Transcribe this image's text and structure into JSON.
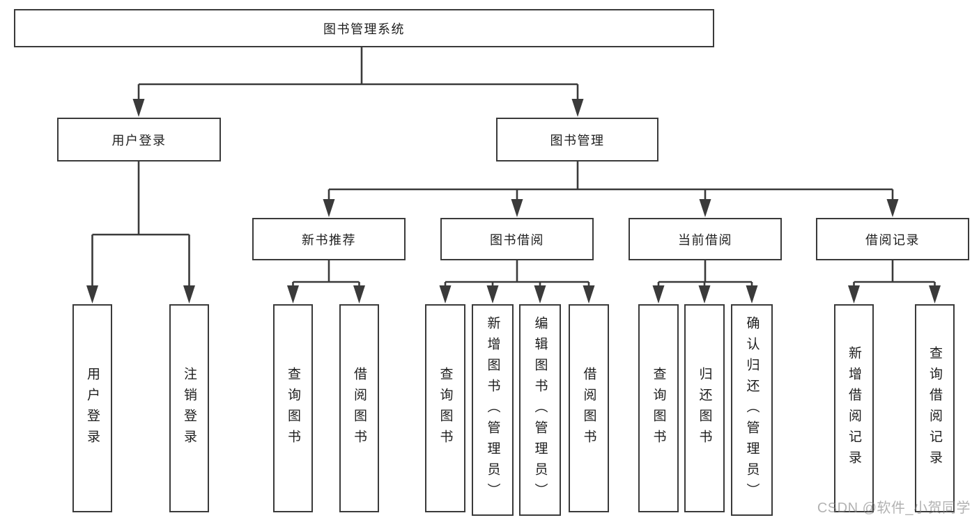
{
  "diagram": {
    "root": "图书管理系统",
    "level2": [
      "用户登录",
      "图书管理"
    ],
    "level3": [
      "新书推荐",
      "图书借阅",
      "当前借阅",
      "借阅记录"
    ],
    "leaves": {
      "user_login": [
        "用户登录",
        "注销登录"
      ],
      "new_books": [
        "查询图书",
        "借阅图书"
      ],
      "book_borrow": [
        "查询图书",
        "新增图书（管理员）",
        "编辑图书（管理员）",
        "借阅图书"
      ],
      "current_borrow": [
        "查询图书",
        "归还图书",
        "确认归还（管理员）"
      ],
      "borrow_records": [
        "新增借阅记录",
        "查询借阅记录"
      ]
    }
  },
  "watermark": "CSDN @软件_小贺同学",
  "colors": {
    "line": "#3a3a3a",
    "box_border": "#3a3a3a",
    "box_background": "#ffffff",
    "text": "#1e1e1e",
    "watermark": "#8a8a8a"
  }
}
